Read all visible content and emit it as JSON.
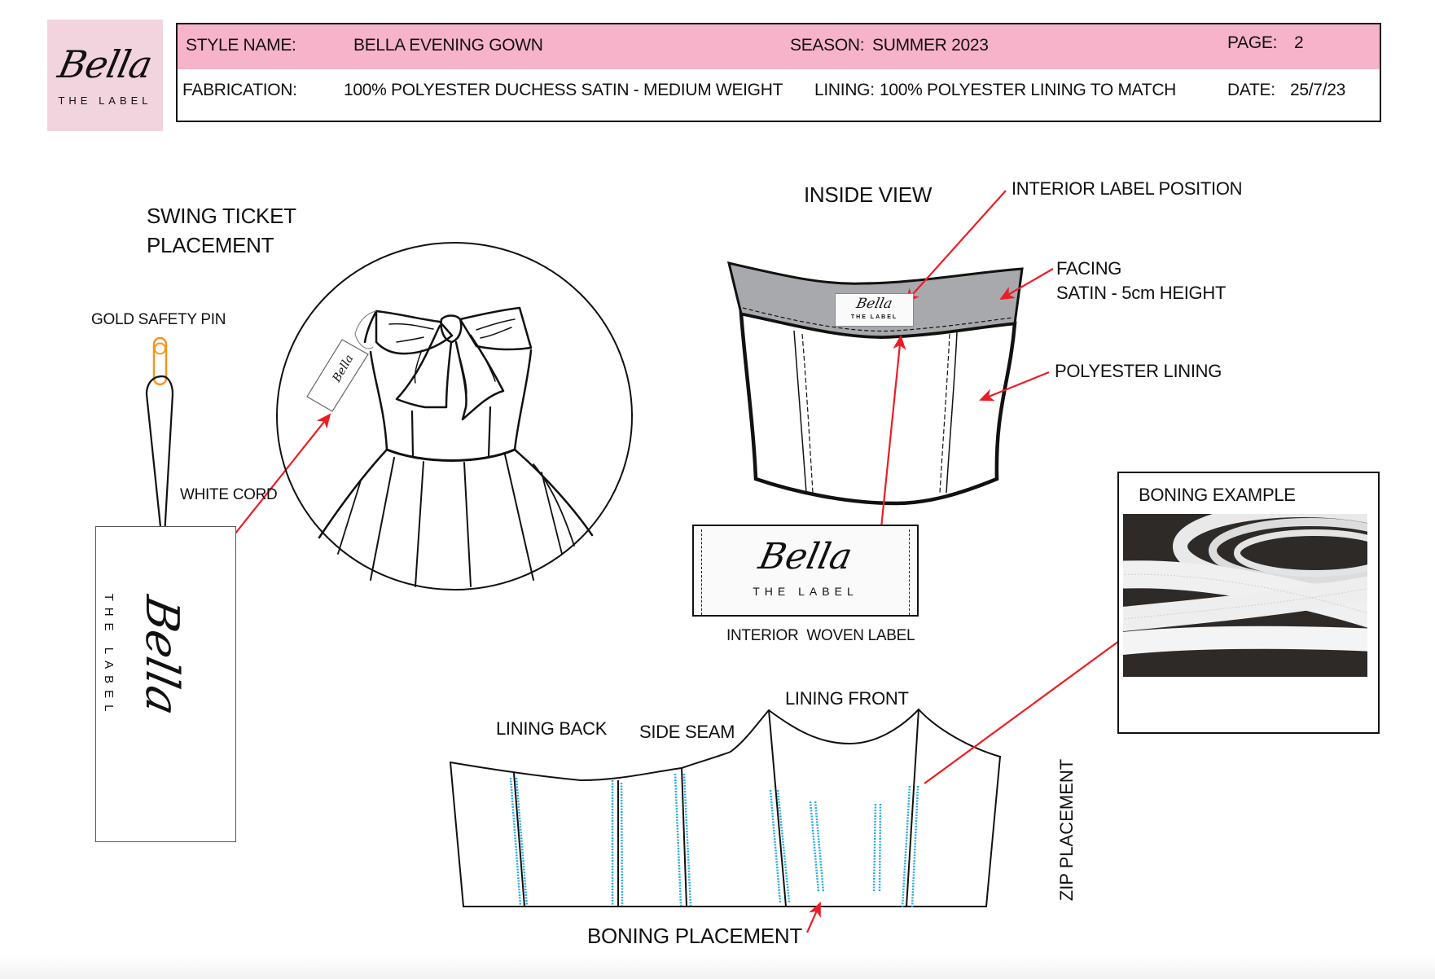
{
  "logo": {
    "script": "Bella",
    "sub": "THE LABEL"
  },
  "header": {
    "style_name_label": "STYLE NAME:",
    "style_name_value": "BELLA EVENING GOWN",
    "season_label": "SEASON:",
    "season_value": "SUMMER 2023",
    "page_label": "PAGE:",
    "page_value": "2",
    "fabrication_label": "FABRICATION:",
    "fabrication_value": "100% POLYESTER DUCHESS SATIN - MEDIUM WEIGHT",
    "lining_label": "LINING:",
    "lining_value": "100% POLYESTER LINING TO MATCH",
    "date_label": "DATE:",
    "date_value": "25/7/23"
  },
  "swing_ticket_section": {
    "title_line1": "SWING TICKET",
    "title_line2": "PLACEMENT",
    "pin_label": "GOLD SAFETY PIN",
    "cord_label": "WHITE CORD",
    "ticket_script": "Bella",
    "ticket_sub": "THE LABEL"
  },
  "inside_view_section": {
    "title": "INSIDE VIEW",
    "interior_label_position": "INTERIOR LABEL POSITION",
    "facing_line1": "FACING",
    "facing_line2": "SATIN - 5cm HEIGHT",
    "polyester_lining": "POLYESTER LINING",
    "mini_label_script": "Bella",
    "mini_label_sub": "THE LABEL"
  },
  "woven_label": {
    "script": "Bella",
    "sub": "THE LABEL",
    "caption": "INTERIOR  WOVEN LABEL"
  },
  "boning_example": {
    "title": "BONING EXAMPLE"
  },
  "pattern_section": {
    "lining_back": "LINING BACK",
    "side_seam": "SIDE SEAM",
    "lining_front": "LINING FRONT",
    "zip_placement": "ZIP PLACEMENT",
    "boning_placement": "BONING PLACEMENT"
  },
  "colors": {
    "header_pink": "#f7b3c9",
    "logo_pink": "#f2d4de",
    "facing_gray": "#a7a9ac",
    "arrow_red": "#ed1c24",
    "boning_blue": "#29abe2",
    "pin_gold": "#f7941d"
  }
}
